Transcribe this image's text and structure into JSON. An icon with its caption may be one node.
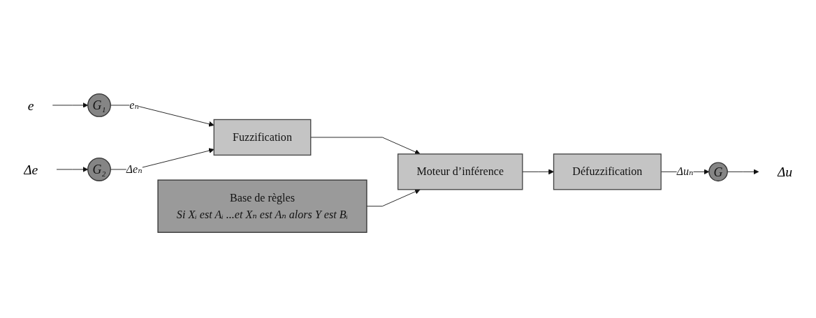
{
  "diagram": {
    "nodes": [
      {
        "text": [
          "e"
        ]
      },
      {
        "text": [
          "G₁"
        ]
      },
      {
        "text": [
          "Δe"
        ]
      },
      {
        "text": [
          "G₂"
        ]
      },
      {
        "text": [
          "Fuzzification"
        ]
      },
      {
        "text": [
          "Moteur d’inférence"
        ]
      },
      {
        "text": [
          "Défuzzification"
        ]
      },
      {
        "text": [
          "G"
        ]
      },
      {
        "text": [
          "Δu"
        ]
      },
      {
        "text": [
          "Base de règles",
          "Si Xᵢ est Aᵢ ...et Xₙ est Aₙ alors Y est Bᵢ"
        ]
      }
    ],
    "edges": [
      {
        "from": 0,
        "to": 1,
        "arrow": "to"
      },
      {
        "from": 2,
        "to": 3,
        "arrow": "to"
      },
      {
        "from": 1,
        "to": 4,
        "arrow": "to",
        "label": "eₙ"
      },
      {
        "from": 3,
        "to": 4,
        "arrow": "to",
        "label": "Δeₙ"
      },
      {
        "from": 4,
        "to": 5,
        "arrow": "to"
      },
      {
        "from": 5,
        "to": 6,
        "arrow": "to"
      },
      {
        "from": 6,
        "to": 7,
        "arrow": "to",
        "label": "Δuₙ"
      },
      {
        "from": 7,
        "to": 8,
        "arrow": "to"
      },
      {
        "from": 9,
        "to": 5,
        "arrow": "to"
      }
    ]
  }
}
